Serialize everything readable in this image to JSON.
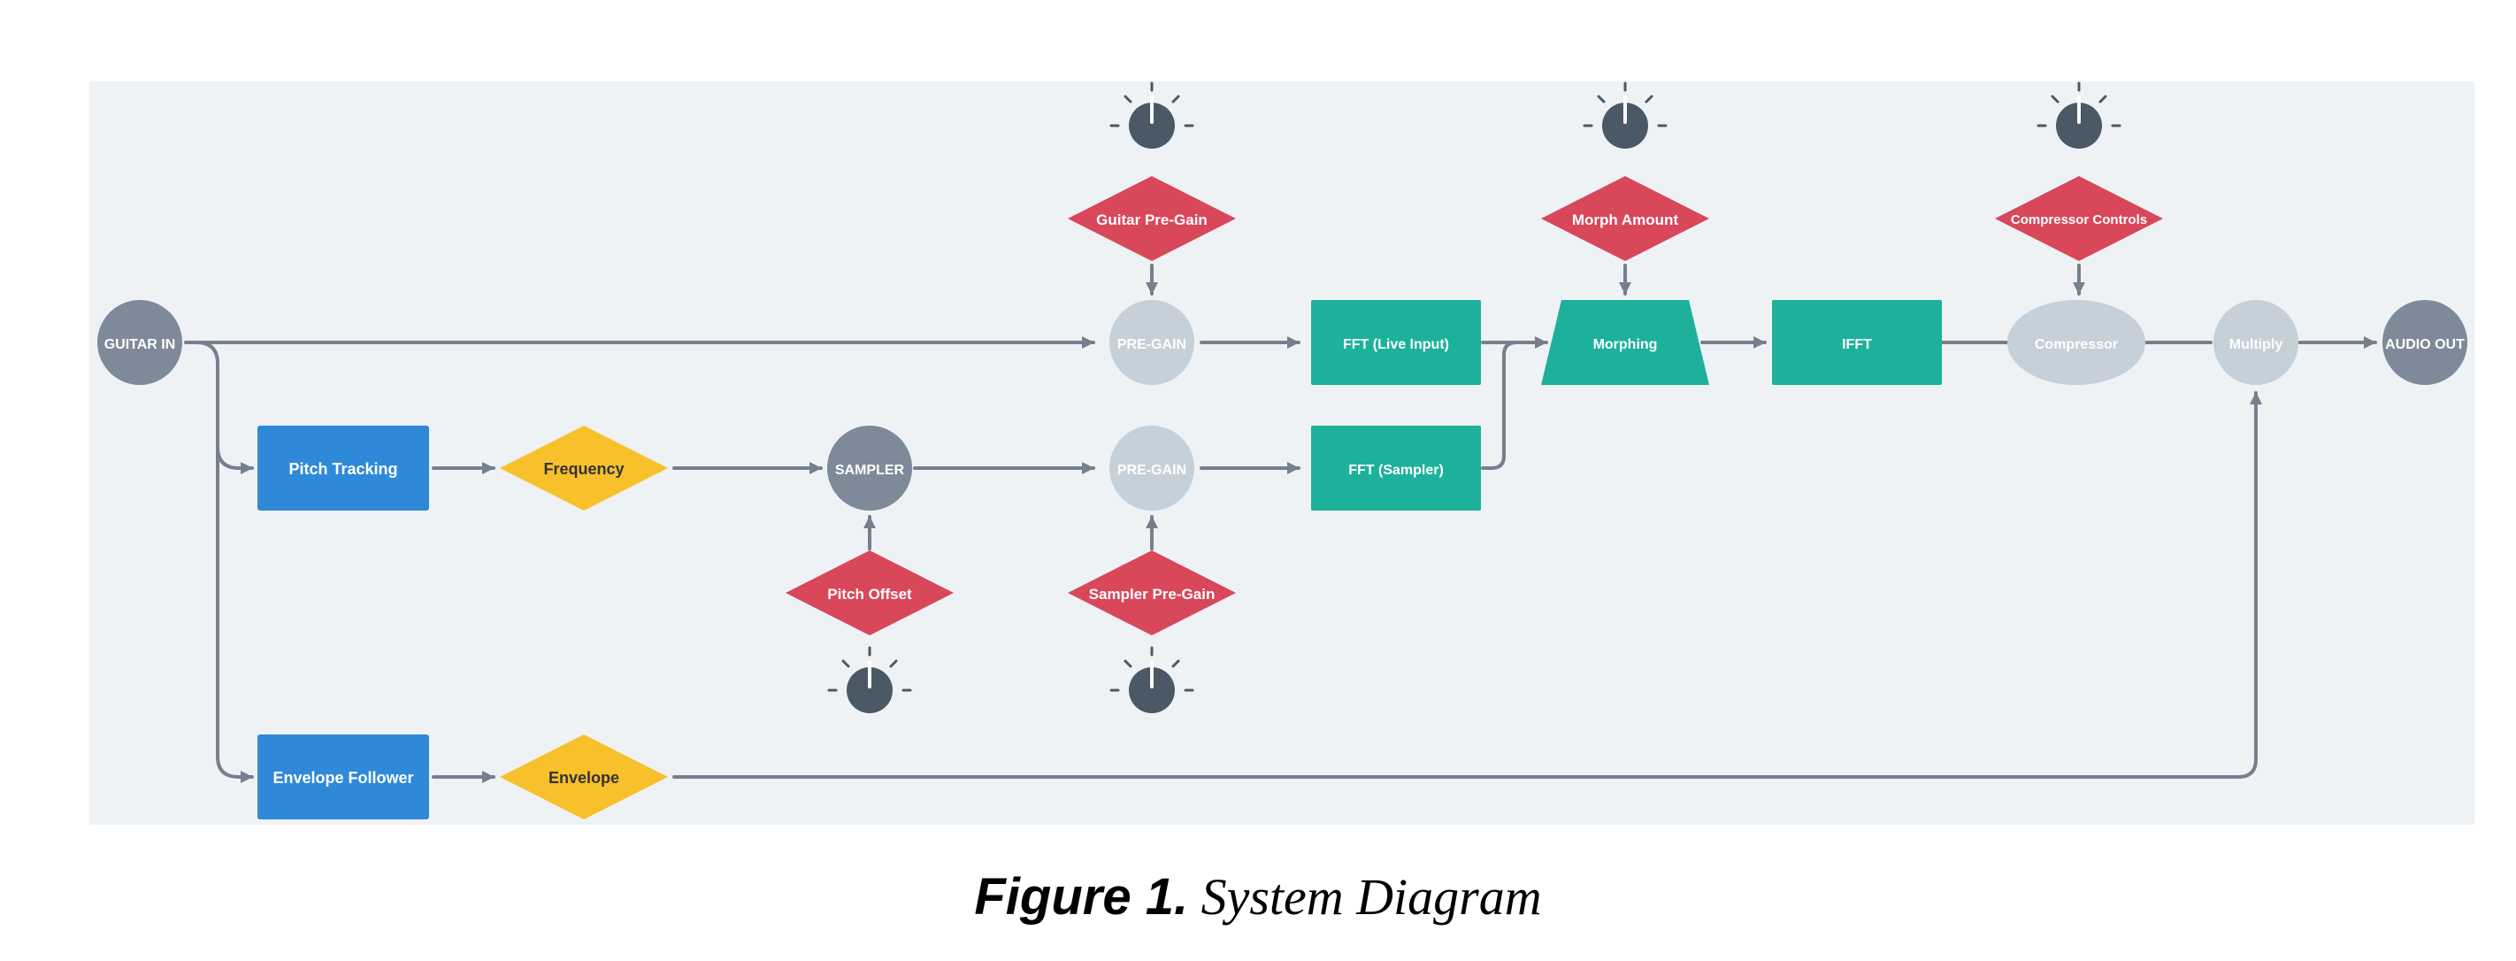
{
  "colors": {
    "background": "#eff2f5",
    "line": "#75808c",
    "io_node": "#7e8a99",
    "gain_node": "#c6d0d9",
    "control": "#d9475b",
    "analysis": "#2f89d9",
    "value": "#f8c02b",
    "spectral": "#1db19c",
    "knob": "#4b5866"
  },
  "nodes": {
    "guitar_in": "GUITAR IN",
    "pitch_tracking": "Pitch Tracking",
    "frequency": "Frequency",
    "sampler": "SAMPLER",
    "pitch_offset": "Pitch Offset",
    "guitar_pre_gain_control": "Guitar Pre-Gain",
    "sampler_pre_gain_control": "Sampler Pre-Gain",
    "pre_gain_live": "PRE-GAIN",
    "pre_gain_sampler": "PRE-GAIN",
    "fft_live": "FFT (Live Input)",
    "fft_sampler": "FFT (Sampler)",
    "morph_amount": "Morph Amount",
    "morphing": "Morphing",
    "ifft": "IFFT",
    "compressor_controls": "Compressor Controls",
    "compressor": "Compressor",
    "multiply": "Multiply",
    "audio_out": "AUDIO OUT",
    "envelope_follower": "Envelope Follower",
    "envelope": "Envelope"
  },
  "knobs": [
    {
      "name": "guitar-pre-gain-knob-icon"
    },
    {
      "name": "morph-amount-knob-icon"
    },
    {
      "name": "compressor-knob-icon"
    },
    {
      "name": "pitch-offset-knob-icon"
    },
    {
      "name": "sampler-pre-gain-knob-icon"
    }
  ],
  "caption": {
    "label": "Figure 1.",
    "title": "System Diagram"
  }
}
